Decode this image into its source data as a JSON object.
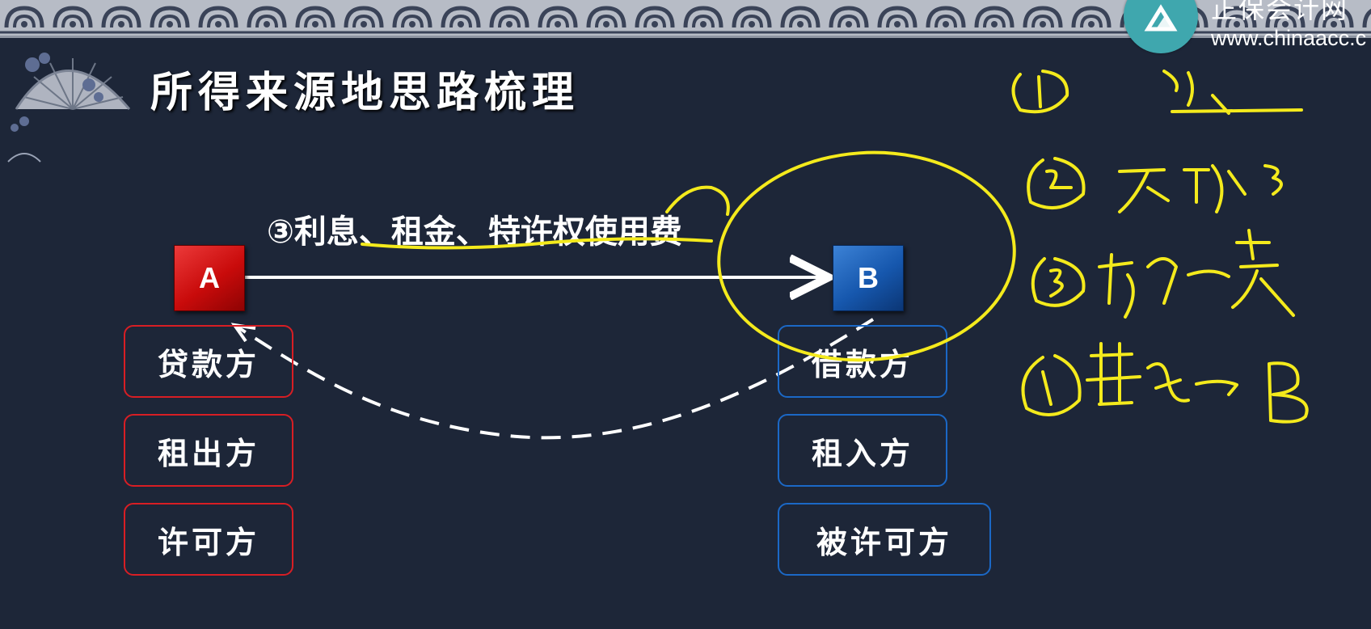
{
  "slide": {
    "title": "所得来源地思路梳理",
    "payment_label": "③利息、租金、特许权使用费"
  },
  "brand": {
    "name": "正保会计网",
    "url": "www.chinaacc.c"
  },
  "parties": {
    "a": {
      "label": "A",
      "roles": [
        "贷款方",
        "租出方",
        "许可方"
      ],
      "color": "#c90b0b"
    },
    "b": {
      "label": "B",
      "roles": [
        "借款方",
        "租入方",
        "被许可方"
      ],
      "color": "#1657ad"
    }
  },
  "colors": {
    "background": "#1d2638",
    "annotation": "#f4ea1c",
    "red_border": "#d81e24",
    "blue_border": "#1b68c6"
  },
  "icons": [
    "fan-decoration",
    "logo-icon"
  ]
}
